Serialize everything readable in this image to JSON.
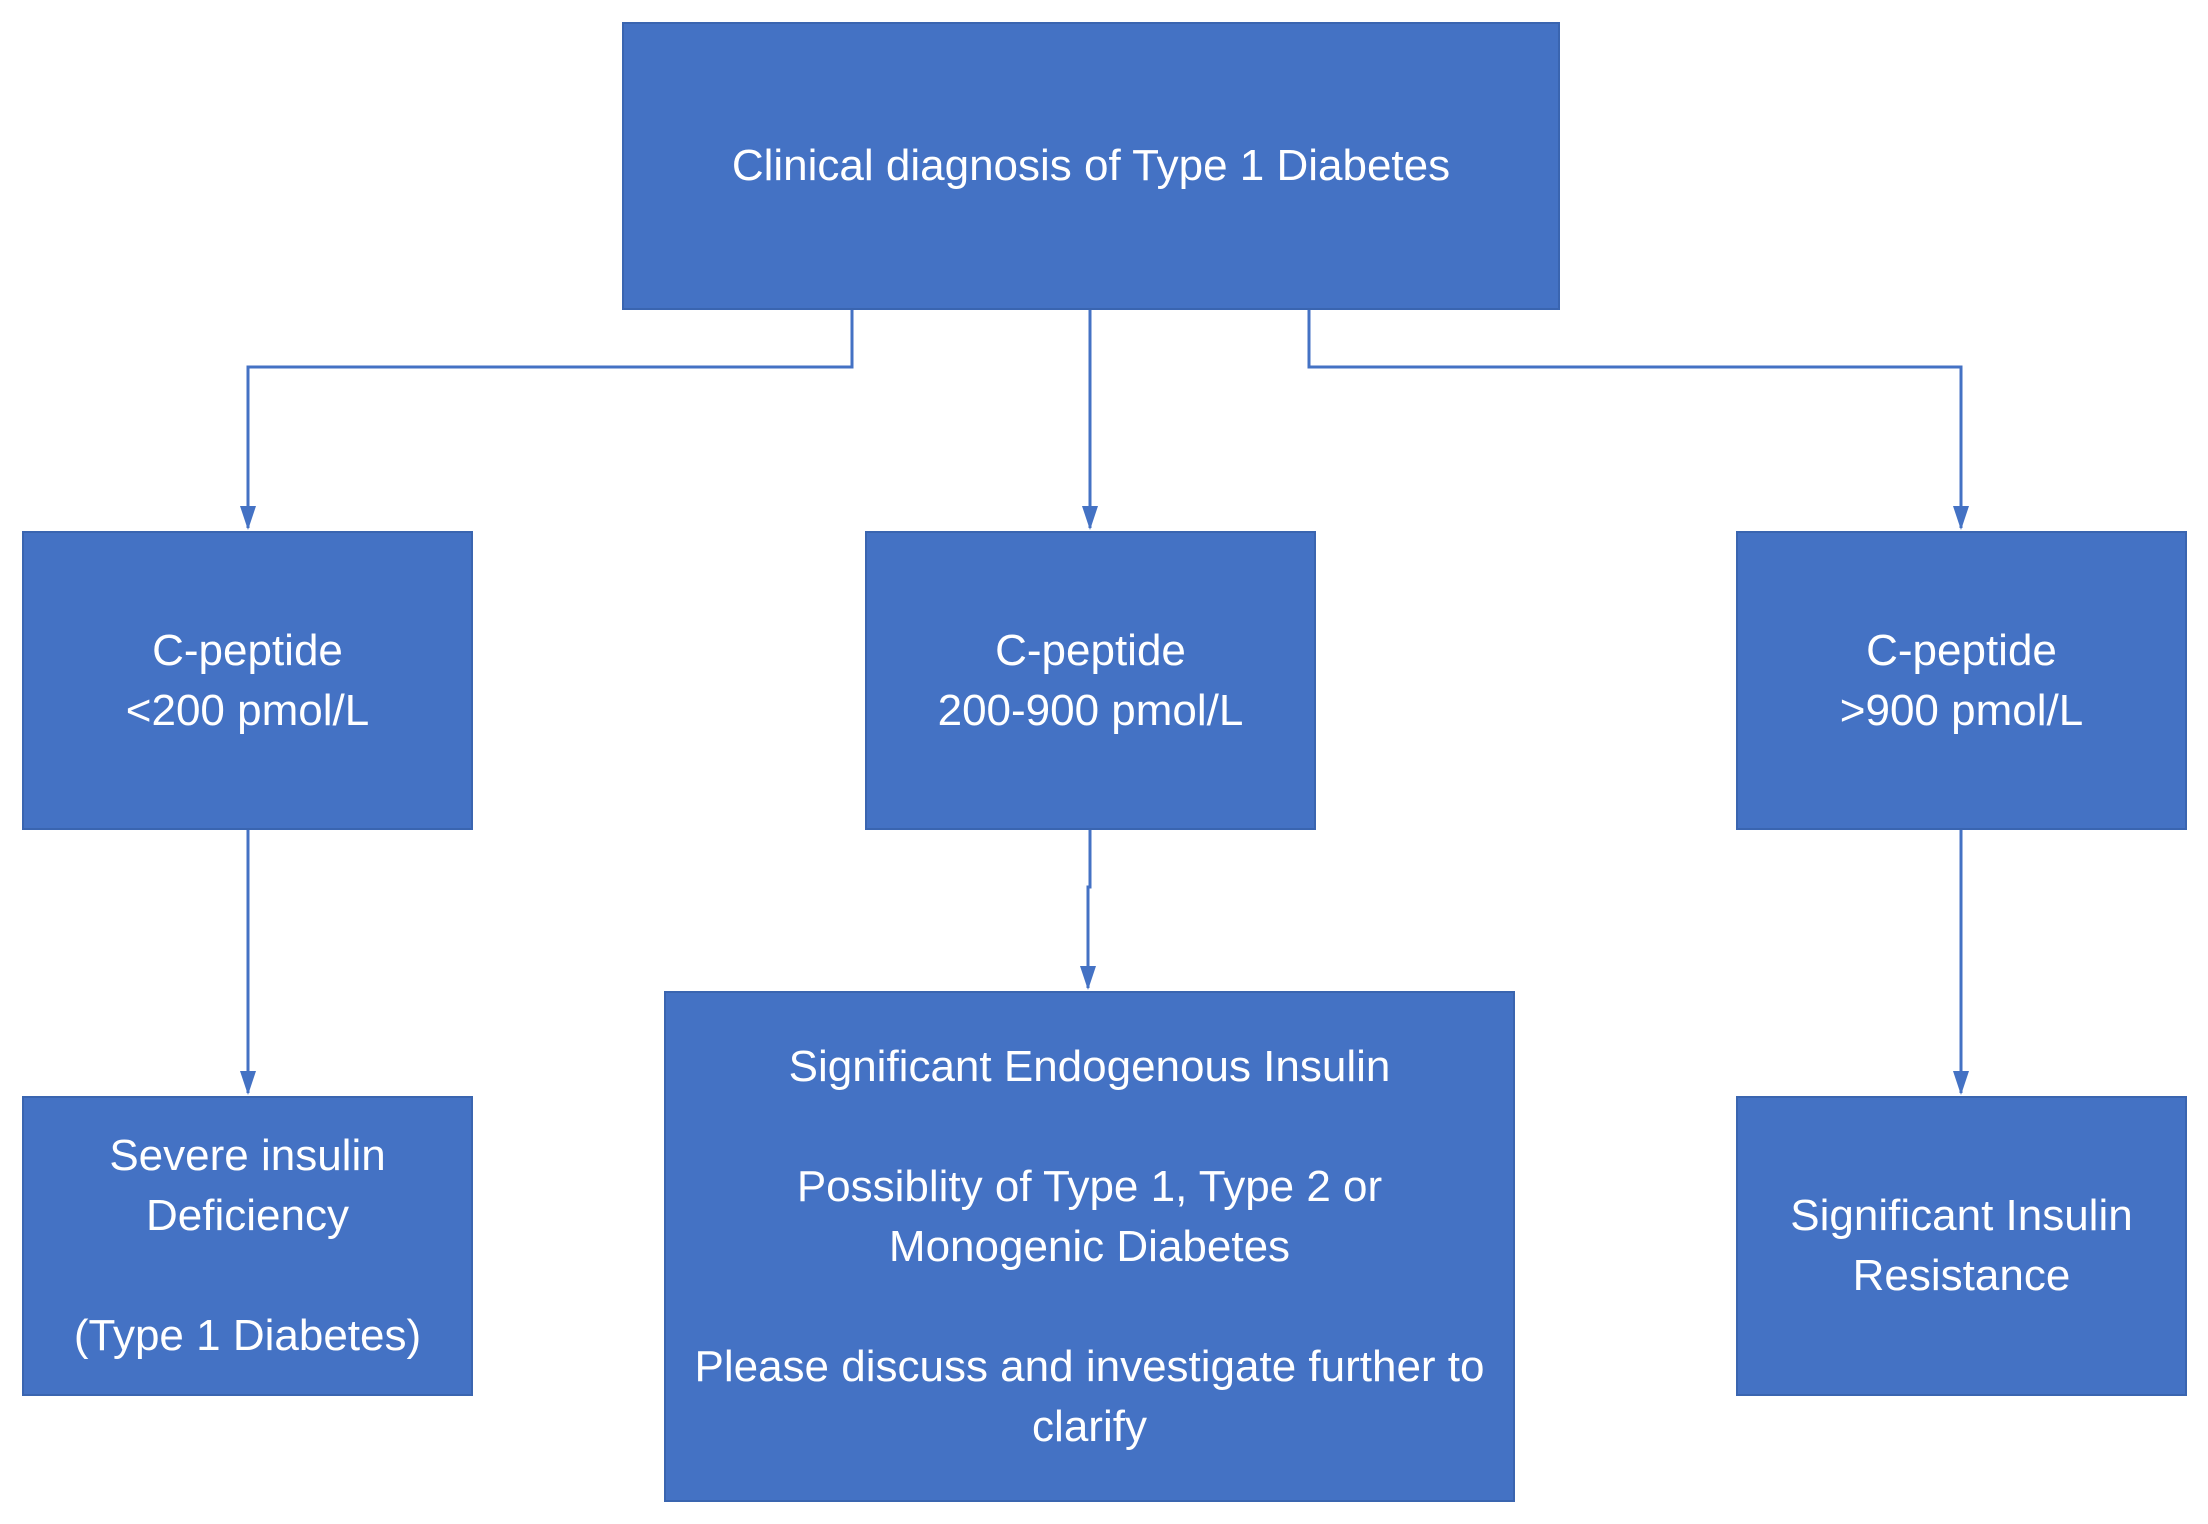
{
  "colors": {
    "box_fill": "#4472c4",
    "connector": "#4472c4",
    "text": "#ffffff"
  },
  "root": {
    "text": "Clinical diagnosis of Type 1 Diabetes"
  },
  "branches": [
    {
      "line1": "C-peptide",
      "line2": "<200 pmol/L"
    },
    {
      "line1": "C-peptide",
      "line2": "200-900 pmol/L"
    },
    {
      "line1": "C-peptide",
      "line2": ">900 pmol/L"
    }
  ],
  "outcomes": {
    "left": {
      "line1": "Severe insulin",
      "line2": "Deficiency",
      "note": "(Type 1 Diabetes)"
    },
    "middle": {
      "heading": "Significant Endogenous Insulin",
      "line1": "Possiblity of Type 1, Type 2 or",
      "line2": "Monogenic Diabetes",
      "line3": "Please discuss and investigate further to",
      "line4": "clarify"
    },
    "right": {
      "line1": "Significant Insulin",
      "line2": "Resistance"
    }
  }
}
